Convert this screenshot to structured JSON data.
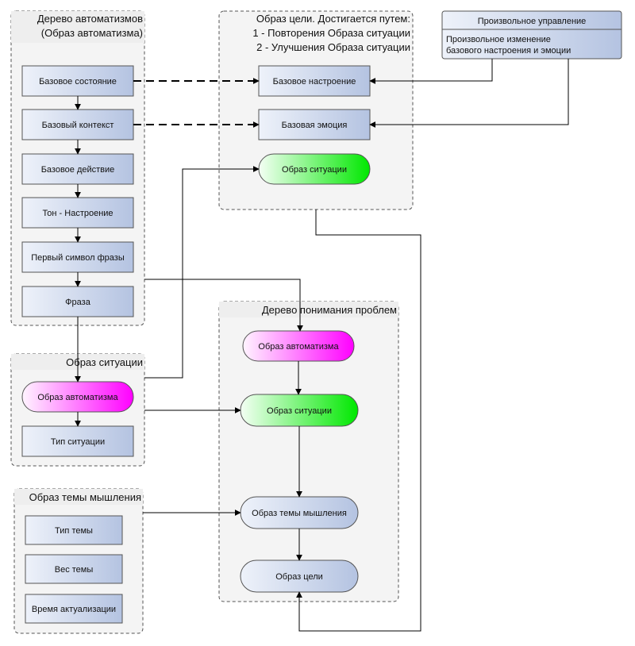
{
  "containers": {
    "automatism_tree": {
      "title_line1": "Дерево автоматизмов",
      "title_line2": "(Образ автоматизма)"
    },
    "goal_image": {
      "title_line1": "Образ цели. Достигается путем:",
      "title_line2": "1 - Повторения Образа ситуации",
      "title_line3": "2 - Улучшения Образа ситуации"
    },
    "situation_image": {
      "title": "Образ ситуации"
    },
    "understanding_tree": {
      "title": "Дерево понимания проблем"
    },
    "thinking_theme": {
      "title": "Образ темы мышления"
    }
  },
  "automatism_tree_items": {
    "base_state": "Базовое состояние",
    "base_context": "Базовый контекст",
    "base_action": "Базовое действие",
    "tone_mood": "Тон - Настроение",
    "first_symbol": "Первый символ фразы",
    "phrase": "Фраза"
  },
  "goal_items": {
    "base_mood": "Базовое настроение",
    "base_emotion": "Базовая эмоция",
    "situation_image": "Образ ситуации"
  },
  "voluntary_control": {
    "header": "Произвольное управление",
    "text_line1": "Произвольное изменение",
    "text_line2": "базового настроения и эмоции"
  },
  "situation_items": {
    "automatism_image": "Образ автоматизма",
    "situation_type": "Тип ситуации"
  },
  "understanding_items": {
    "automatism_image": "Образ автоматизма",
    "situation_image": "Образ ситуации",
    "thinking_theme_image": "Образ темы мышления",
    "goal_image": "Образ цели"
  },
  "theme_items": {
    "theme_type": "Тип темы",
    "theme_weight": "Вес темы",
    "actualization_time": "Время актуализации"
  },
  "colors": {
    "box_blue_light": "#e6ebf6",
    "box_blue_dark": "#b4c3e1",
    "green_light": "#f2fff2",
    "green_dark": "#00ea00",
    "magenta_light": "#fff2ff",
    "magenta_dark": "#ff00ff",
    "container_fill": "#f4f4f4"
  }
}
